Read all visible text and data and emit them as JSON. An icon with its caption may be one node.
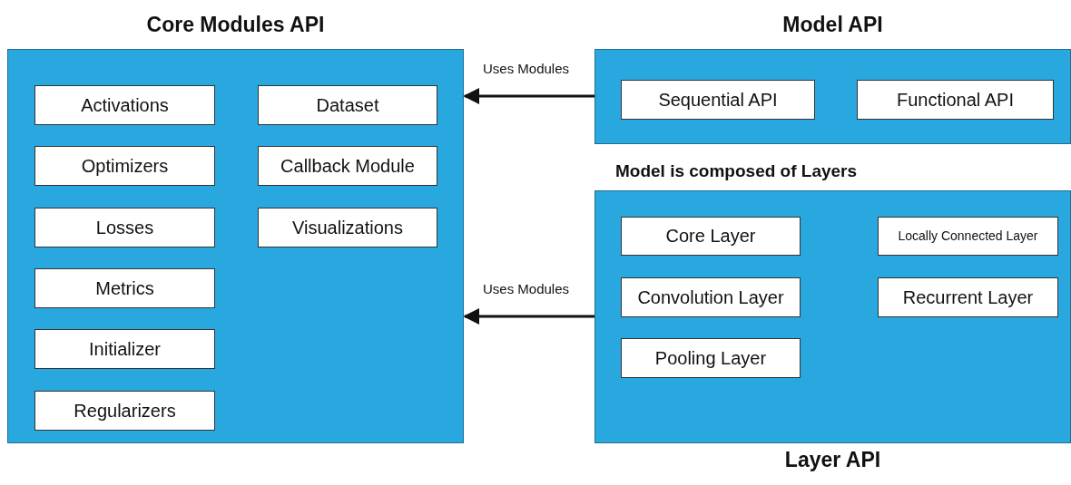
{
  "diagram": {
    "nodes": [
      {
        "text": [
          "Core Modules API"
        ]
      },
      {
        "text": [
          "Activations"
        ],
        "in": 0
      },
      {
        "text": [
          "Optimizers"
        ],
        "in": 0
      },
      {
        "text": [
          "Losses"
        ],
        "in": 0
      },
      {
        "text": [
          "Metrics"
        ],
        "in": 0
      },
      {
        "text": [
          "Initializer"
        ],
        "in": 0
      },
      {
        "text": [
          "Regularizers"
        ],
        "in": 0
      },
      {
        "text": [
          "Dataset"
        ],
        "in": 0
      },
      {
        "text": [
          "Callback Module"
        ],
        "in": 0
      },
      {
        "text": [
          "Visualizations"
        ],
        "in": 0
      },
      {
        "text": [
          "Model API"
        ]
      },
      {
        "text": [
          "Sequential API"
        ],
        "in": 10
      },
      {
        "text": [
          "Functional API"
        ],
        "in": 10
      },
      {
        "text": [
          "Layer API"
        ]
      },
      {
        "text": [
          "Core Layer"
        ],
        "in": 13
      },
      {
        "text": [
          "Locally Connected Layer"
        ],
        "in": 13
      },
      {
        "text": [
          "Convolution Layer"
        ],
        "in": 13
      },
      {
        "text": [
          "Recurrent Layer"
        ],
        "in": 13
      },
      {
        "text": [
          "Pooling Layer"
        ],
        "in": 13
      }
    ],
    "edges": [
      {
        "from": 10,
        "to": 0,
        "arrow": "to",
        "label": "Uses Modules"
      },
      {
        "from": 13,
        "to": 0,
        "arrow": "to",
        "label": "Uses Modules"
      }
    ],
    "labels": [
      "Model is composed of Layers"
    ]
  }
}
